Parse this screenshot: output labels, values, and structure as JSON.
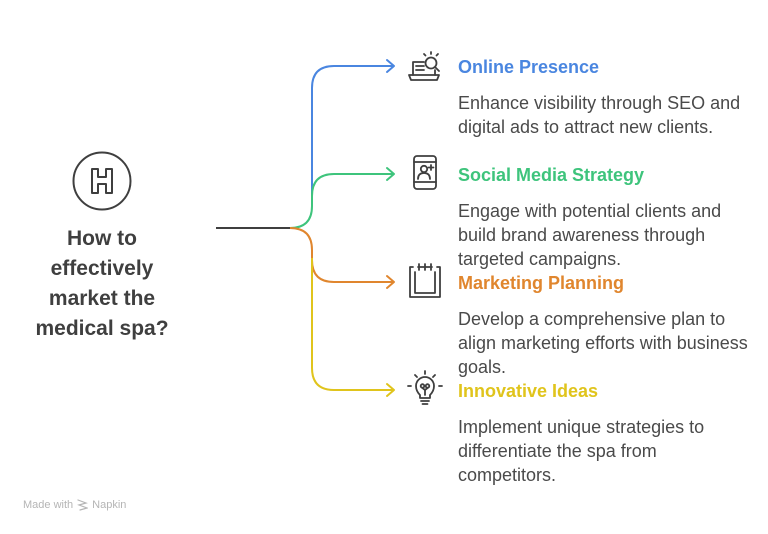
{
  "diagram": {
    "central_question": "How to effectively market the medical spa?",
    "central_icon": "hospital-h-icon",
    "connector_color": "#3f3f3f",
    "branches": [
      {
        "title": "Online Presence",
        "description": "Enhance visibility through SEO and digital ads to attract new clients.",
        "icon": "laptop-search-icon",
        "color": "#4a86e0"
      },
      {
        "title": "Social Media Strategy",
        "description": "Engage with potential clients and build brand awareness through targeted campaigns.",
        "icon": "phone-add-user-icon",
        "color": "#3ec47c"
      },
      {
        "title": "Marketing Planning",
        "description": "Develop a comprehensive plan to align marketing efforts with business goals.",
        "icon": "calendar-icon",
        "color": "#e0862e"
      },
      {
        "title": "Innovative Ideas",
        "description": "Implement unique strategies to differentiate the spa from competitors.",
        "icon": "lightbulb-icon",
        "color": "#e0c41c"
      }
    ]
  },
  "footer": {
    "made_with": "Made with",
    "brand": "Napkin",
    "brand_icon": "napkin-logo-icon"
  }
}
